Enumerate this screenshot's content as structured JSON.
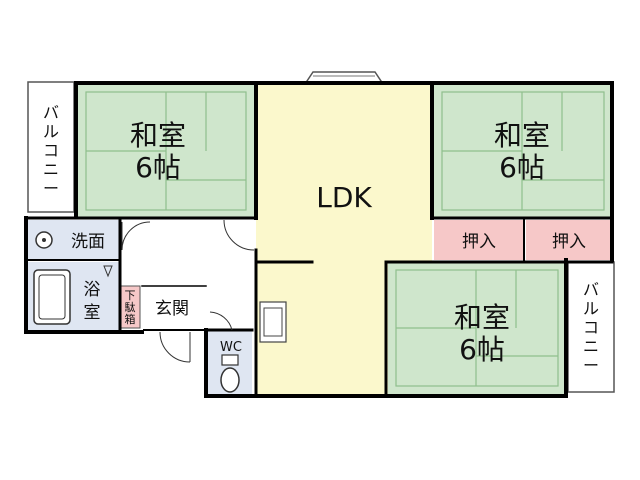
{
  "rooms": {
    "washitsu_top_left": {
      "name": "和室",
      "size": "6帖"
    },
    "washitsu_top_right": {
      "name": "和室",
      "size": "6帖"
    },
    "washitsu_bottom_right": {
      "name": "和室",
      "size": "6帖"
    },
    "ldk": {
      "name": "LDK"
    },
    "senmen": {
      "name": "洗面"
    },
    "yokushitsu": {
      "line1": "浴",
      "line2": "室"
    },
    "genkan": {
      "name": "玄関"
    },
    "getabako": {
      "line1": "下",
      "line2": "駄",
      "line3": "箱"
    },
    "wc": {
      "name": "WC"
    },
    "oshiire_left": {
      "name": "押入"
    },
    "oshiire_right": {
      "name": "押入"
    },
    "balcony_left": {
      "chars": [
        "バ",
        "ル",
        "コ",
        "ニ",
        "ー"
      ]
    },
    "balcony_right": {
      "chars": [
        "バ",
        "ル",
        "コ",
        "ニ",
        "ー"
      ]
    }
  },
  "colors": {
    "tatami": "#cfe6cc",
    "tatami_line": "#8fbf8c",
    "ldk": "#fbf8cc",
    "oshiire": "#f6c8c8",
    "getabako": "#f6c8c8",
    "wet_area": "#dfe6f2",
    "wall": "#000000"
  }
}
